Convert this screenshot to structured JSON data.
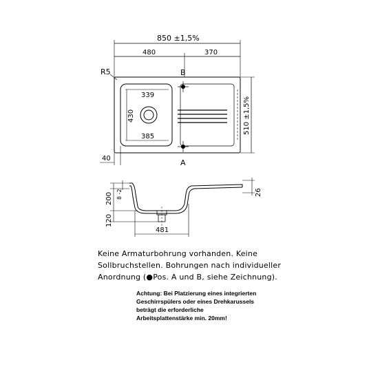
{
  "top_view": {
    "overall_width": "850 ±1,5%",
    "left_width": "480",
    "right_width": "370",
    "overall_depth": "510 ±1,5%",
    "corner_radius": "R5",
    "bowl_width": "339",
    "bowl_depth": "430",
    "bowl_bottom": "385",
    "back_offset": "40",
    "point_b": "B",
    "point_a": "A"
  },
  "section_view": {
    "height_200": "200",
    "height_120": "120",
    "thickness": "8 -2",
    "edge_height": "26",
    "bowl_width": "481"
  },
  "note": {
    "line1": "Keine Armaturbohrung vorhanden. Keine",
    "line2": "Sollbruchstellen. Bohrungen nach individueller",
    "line3": "Anordnung (●Pos. A und B, siehe Zeichnung)."
  },
  "warning": {
    "line1": "Achtung: Bei Platzierung eines integrierten",
    "line2": "Geschirrspülers oder eines Drehkarussels",
    "line3": "beträgt die erforderliche",
    "line4": "Arbeitsplattenstärke min. 20mm!"
  }
}
